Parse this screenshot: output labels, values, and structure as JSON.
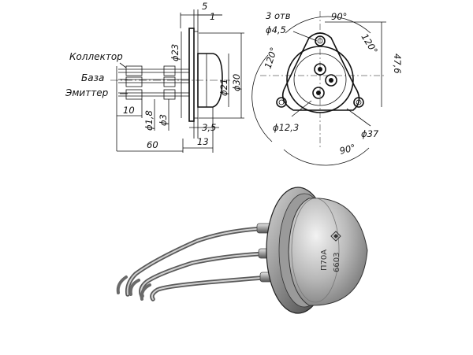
{
  "side_view": {
    "pin_labels": {
      "collector": "Коллектор",
      "base": "База",
      "emitter": "Эмиттер"
    },
    "dimensions": {
      "top_5": "5",
      "top_1": "1",
      "d23": "ϕ23",
      "d21": "ϕ21",
      "d30": "ϕ30",
      "lead_10": "10",
      "d18": "ϕ1,8",
      "d3": "ϕ3",
      "d35": "3,5",
      "len_60": "60",
      "len_13": "13"
    }
  },
  "top_view": {
    "dimensions": {
      "holes": "3 отв",
      "d45": "ϕ4,5",
      "angle_90_top": "90°",
      "angle_120_left": "120°",
      "angle_120_right": "120°",
      "d476": "47,6",
      "d123": "ϕ12,3",
      "d37": "ϕ37",
      "angle_90_bottom": "90°"
    }
  },
  "photo": {
    "marking_1": "П70А",
    "marking_2": "6603"
  }
}
